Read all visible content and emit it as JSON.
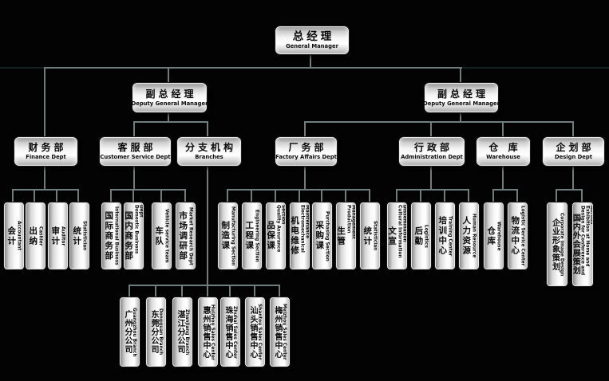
{
  "chart": {
    "type": "org-chart",
    "root": {
      "zh": "总经理",
      "en": "General Manager"
    },
    "deputies": {
      "left": {
        "zh": "副总经理",
        "en": "Deputy General Manager"
      },
      "right": {
        "zh": "副总经理",
        "en": "Deputy General Manager"
      }
    },
    "departments": {
      "finance": {
        "zh": "财务部",
        "en": "Finance Dept"
      },
      "customer_service": {
        "zh": "客服部",
        "en": "Customer Service Dept"
      },
      "branches": {
        "zh": "分支机构",
        "en": "Branches"
      },
      "factory": {
        "zh": "厂务部",
        "en": "Factory Affairs Dept"
      },
      "admin": {
        "zh": "行政部",
        "en": "Administration Dept"
      },
      "warehouse": {
        "zh": "仓 库",
        "en": "Warehouse"
      },
      "design": {
        "zh": "企划部",
        "en": "Design Dept"
      }
    },
    "children": {
      "finance": [
        {
          "zh": "会计",
          "en": "Accountant"
        },
        {
          "zh": "出纳",
          "en": "Cashier"
        },
        {
          "zh": "审计",
          "en": "Auditor"
        },
        {
          "zh": "统计",
          "en": "Statistician"
        }
      ],
      "customer_service": [
        {
          "zh": "国际商务部",
          "en": "International Business"
        },
        {
          "zh": "国内商务部",
          "en": "Domestic Business Dept"
        },
        {
          "zh": "车队",
          "en": "Vehicle service team"
        },
        {
          "zh": "市场调研部",
          "en": "Market Research Dept"
        }
      ],
      "factory": [
        {
          "zh": "制造课",
          "en": "Manufacturing Section"
        },
        {
          "zh": "工程课",
          "en": "Engineering Section"
        },
        {
          "zh": "品保课",
          "en": "Quality Assurance Section"
        },
        {
          "zh": "机电维修",
          "en": "Electromechanical Maintenance"
        },
        {
          "zh": "采购课",
          "en": "Purchasing Section"
        },
        {
          "zh": "生管",
          "en": "Production Management"
        },
        {
          "zh": "统计",
          "en": "Statistician"
        }
      ],
      "admin": [
        {
          "zh": "文宣",
          "en": "Cultural Information Dissemination"
        },
        {
          "zh": "后勤",
          "en": "Logistics"
        },
        {
          "zh": "培训中心",
          "en": "Training Center"
        },
        {
          "zh": "人力资源",
          "en": "Human Resource"
        }
      ],
      "warehouse": [
        {
          "zh": "仓库",
          "en": "Warehouse"
        },
        {
          "zh": "物流中心",
          "en": "Logistic Service Center"
        }
      ],
      "design": [
        {
          "zh": "企业形象策划",
          "en": "Corporate Image Design"
        },
        {
          "zh": "国内外会展策划",
          "en": "Design for Conference and Exhibition at Home and Abroad"
        }
      ],
      "branches": [
        {
          "zh": "广州分公司",
          "en": "Guangzhou Branch"
        },
        {
          "zh": "东莞分公司",
          "en": "Dongguan Branch"
        },
        {
          "zh": "湛江分公司",
          "en": "Zhanjiang Branch"
        },
        {
          "zh": "惠州销售中心",
          "en": "Huizhou Sales Center"
        },
        {
          "zh": "珠海销售中心",
          "en": "Zhuhai Sales Center"
        },
        {
          "zh": "汕头销售中心",
          "en": "Shantou Sales Center"
        },
        {
          "zh": "梅州销售中心",
          "en": "Meizhou Sales Center"
        }
      ]
    }
  },
  "colors": {
    "background": "#000000",
    "connector": "#6f7e7c",
    "box_text": "#0a0a0a",
    "box_highlight": "#ffffff",
    "box_edge": "#969696"
  }
}
